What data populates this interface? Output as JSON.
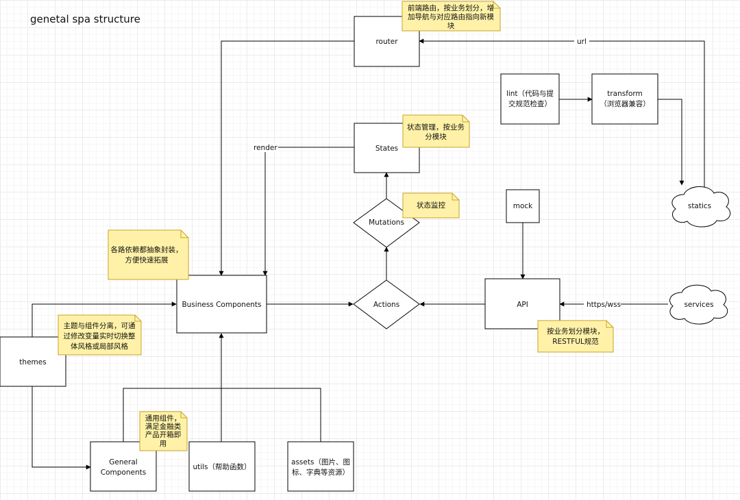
{
  "title": "genetal spa structure",
  "nodes": {
    "router": "router",
    "states": "States",
    "mutations": "Mutations",
    "actions": "Actions",
    "business": "Business Components",
    "api": "API",
    "mock": "mock",
    "lint_1": "lint（代码与提",
    "lint_2": "交规范检查）",
    "transform_1": "transform",
    "transform_2": "（浏览器兼容）",
    "statics": "statics",
    "services": "services",
    "themes": "themes",
    "general_1": "General",
    "general_2": "Components",
    "utils": "utils（帮助函数）",
    "assets_1": "assets（图片、图",
    "assets_2": "标、字典等资源）"
  },
  "edge_labels": {
    "url": "url",
    "render": "render",
    "https": "https/wss"
  },
  "notes": {
    "router_1": "前端路由，按业务划分，增",
    "router_2": "加导航与对应路由指向新模",
    "router_3": "块",
    "states_1": "状态管理，按业务",
    "states_2": "分模块",
    "monitor": "状态监控",
    "deps_1": "各路依赖都抽象封装，",
    "deps_2": "方便快速拓展",
    "themes_1": "主题与组件分离，可通",
    "themes_2": "过修改变量实时切换整",
    "themes_3": "体风格或局部风格",
    "api_1": "按业务划分模块，",
    "api_2": "RESTFUL规范",
    "general_1": "通用组件，",
    "general_2": "满足金融类",
    "general_3": "产品开箱即",
    "general_4": "用"
  },
  "colors": {
    "note_fill": "#fff2a8",
    "note_stroke": "#c9a227",
    "line": "#000000"
  }
}
